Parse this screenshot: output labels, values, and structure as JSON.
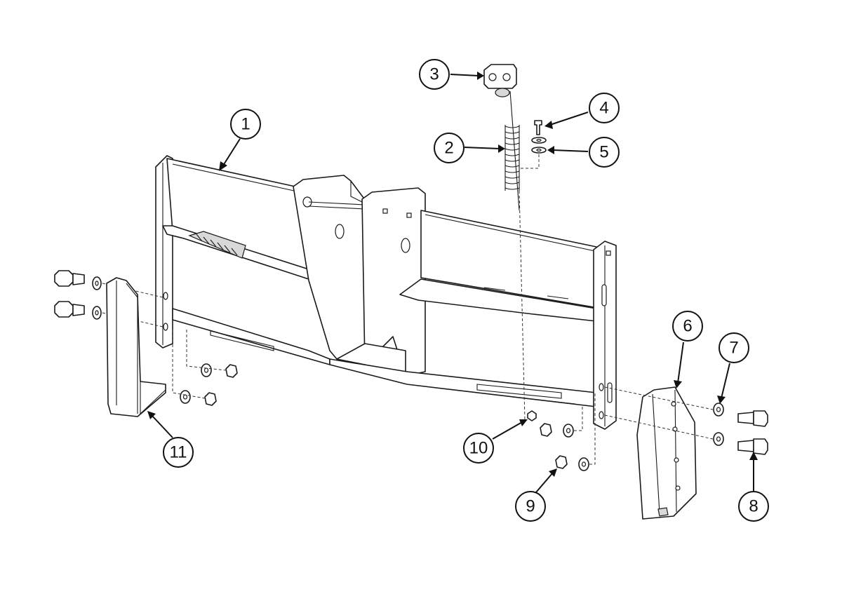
{
  "callouts": [
    {
      "id": "1",
      "label": "1"
    },
    {
      "id": "2",
      "label": "2"
    },
    {
      "id": "3",
      "label": "3"
    },
    {
      "id": "4",
      "label": "4"
    },
    {
      "id": "5",
      "label": "5"
    },
    {
      "id": "6",
      "label": "6"
    },
    {
      "id": "7",
      "label": "7"
    },
    {
      "id": "8",
      "label": "8"
    },
    {
      "id": "9",
      "label": "9"
    },
    {
      "id": "10",
      "label": "10"
    },
    {
      "id": "11",
      "label": "11"
    }
  ],
  "colors": {
    "line": "#1a1a1a",
    "background": "#ffffff",
    "shading": "#d8d8d8"
  }
}
